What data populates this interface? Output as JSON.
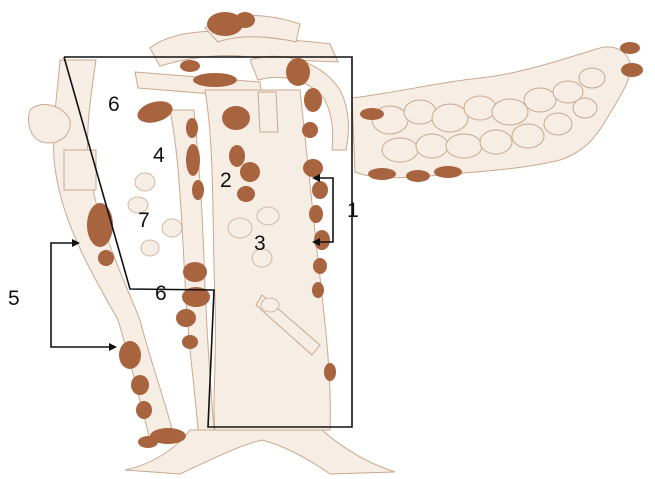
{
  "colors": {
    "background": "#ffffff",
    "tissue_fill": "#f6ede4",
    "tissue_stroke": "#c9a98e",
    "node_fill": "#a8633f",
    "line": "#111111"
  },
  "labels": {
    "l1": "1",
    "l2": "2",
    "l3": "3",
    "l4": "4",
    "l5": "5",
    "l6a": "6",
    "l6b": "6",
    "l7": "7"
  }
}
